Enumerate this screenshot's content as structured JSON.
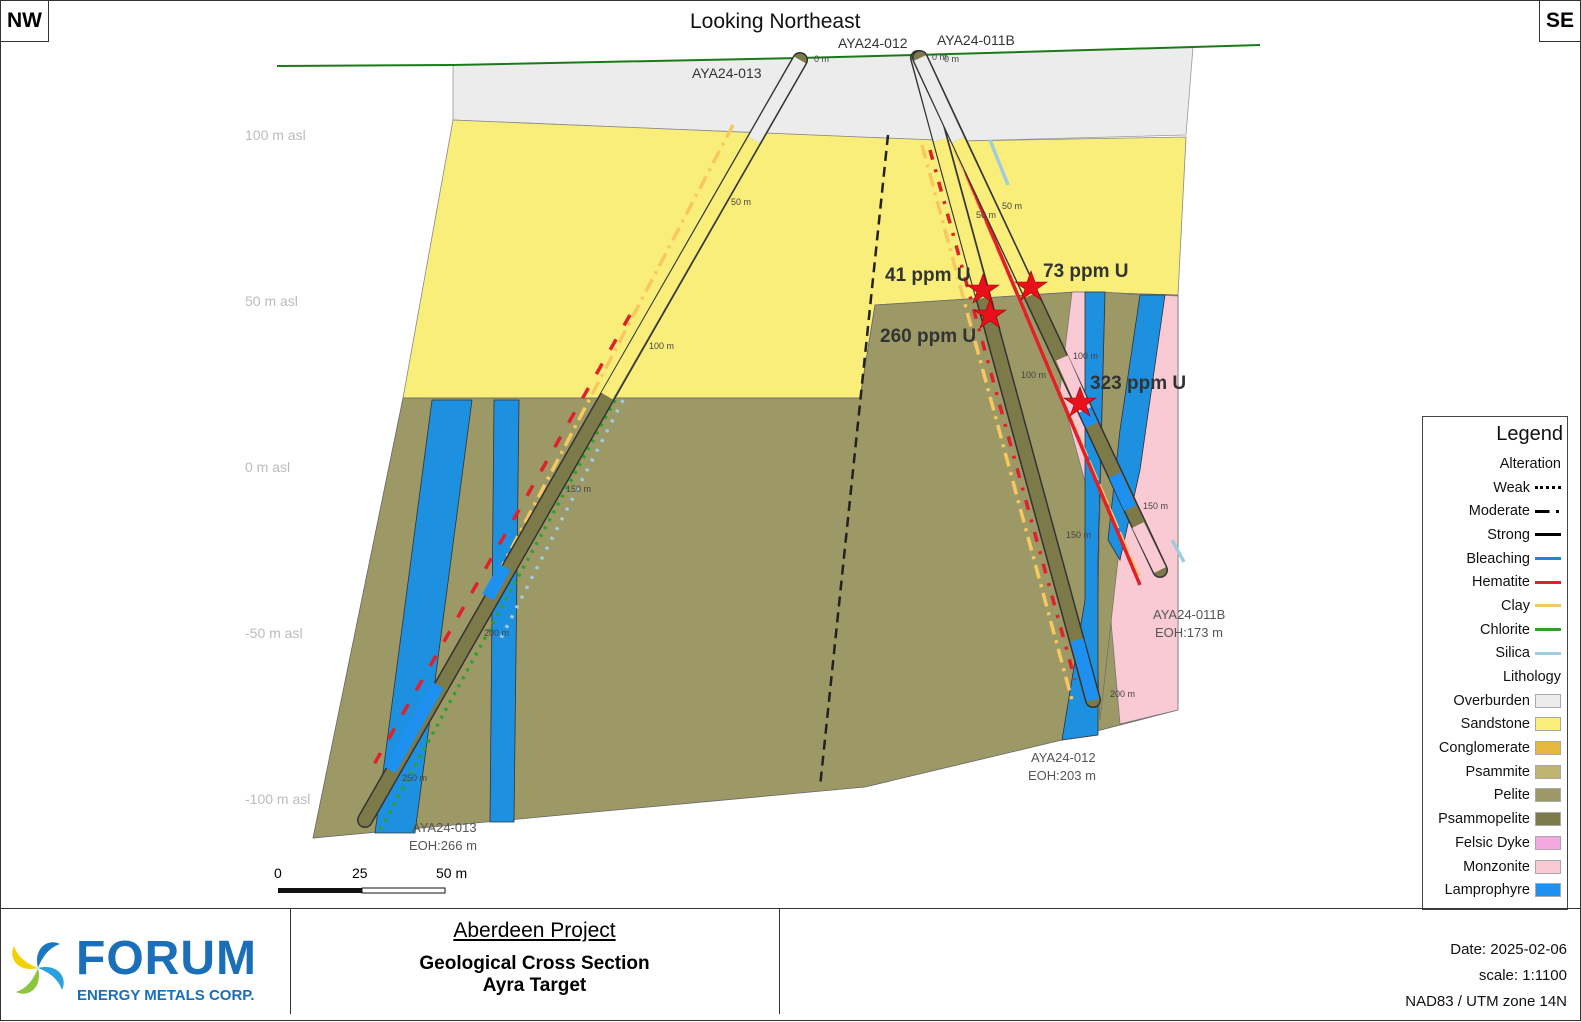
{
  "header": {
    "title": "Looking Northeast",
    "left_dir": "NW",
    "right_dir": "SE"
  },
  "elevations": [
    "100  m asl",
    "50  m asl",
    "0  m asl",
    "-50  m asl",
    "-100  m asl"
  ],
  "holes": [
    {
      "name": "AYA24-013",
      "eoh": "EOH:266  m",
      "depths": [
        "0 m",
        "50 m",
        "100 m",
        "150 m",
        "200 m",
        "250 m"
      ]
    },
    {
      "name": "AYA24-012",
      "eoh": "EOH:203  m",
      "depths": [
        "0 m",
        "50 m",
        "100 m",
        "150 m",
        "200 m"
      ]
    },
    {
      "name": "AYA24-011B",
      "eoh": "EOH:173  m",
      "depths": [
        "0 m",
        "50 m",
        "100 m",
        "150 m"
      ]
    }
  ],
  "assays": [
    "41 ppm U",
    "73 ppm U",
    "260 ppm U",
    "323 ppm U"
  ],
  "scale_bar": {
    "labels": [
      "0",
      "25",
      "50 m"
    ]
  },
  "legend": {
    "title": "Legend",
    "alteration_title": "Alteration",
    "alteration": [
      {
        "label": "Weak",
        "style": "dotted",
        "color": "#000000"
      },
      {
        "label": "Moderate",
        "style": "dash-dot",
        "color": "#000000"
      },
      {
        "label": "Strong",
        "style": "solid",
        "color": "#000000"
      },
      {
        "label": "Bleaching",
        "color": "#1e88d0"
      },
      {
        "label": "Hematite",
        "color": "#e0202a"
      },
      {
        "label": "Clay",
        "color": "#f8c860"
      },
      {
        "label": "Chlorite",
        "color": "#30a030"
      },
      {
        "label": "Silica",
        "color": "#a0cce0"
      }
    ],
    "lithology_title": "Lithology",
    "lithology": [
      {
        "label": "Overburden",
        "color": "#ececec"
      },
      {
        "label": "Sandstone",
        "color": "#f9ee7a"
      },
      {
        "label": "Conglomerate",
        "color": "#e6b840"
      },
      {
        "label": "Psammite",
        "color": "#bfb472"
      },
      {
        "label": "Pelite",
        "color": "#9c9966"
      },
      {
        "label": "Psammopelite",
        "color": "#7d7a4a"
      },
      {
        "label": "Felsic Dyke",
        "color": "#f4a8e0"
      },
      {
        "label": "Monzonite",
        "color": "#f9c9d4"
      },
      {
        "label": "Lamprophyre",
        "color": "#1e90f0"
      }
    ]
  },
  "footer": {
    "company": "FORUM",
    "company_sub": "ENERGY METALS CORP.",
    "project": "Aberdeen Project",
    "subtitle1": "Geological Cross Section",
    "subtitle2": "Ayra Target",
    "date": "Date: 2025-02-06",
    "scale": "scale: 1:1100",
    "datum": "NAD83 / UTM zone 14N"
  }
}
